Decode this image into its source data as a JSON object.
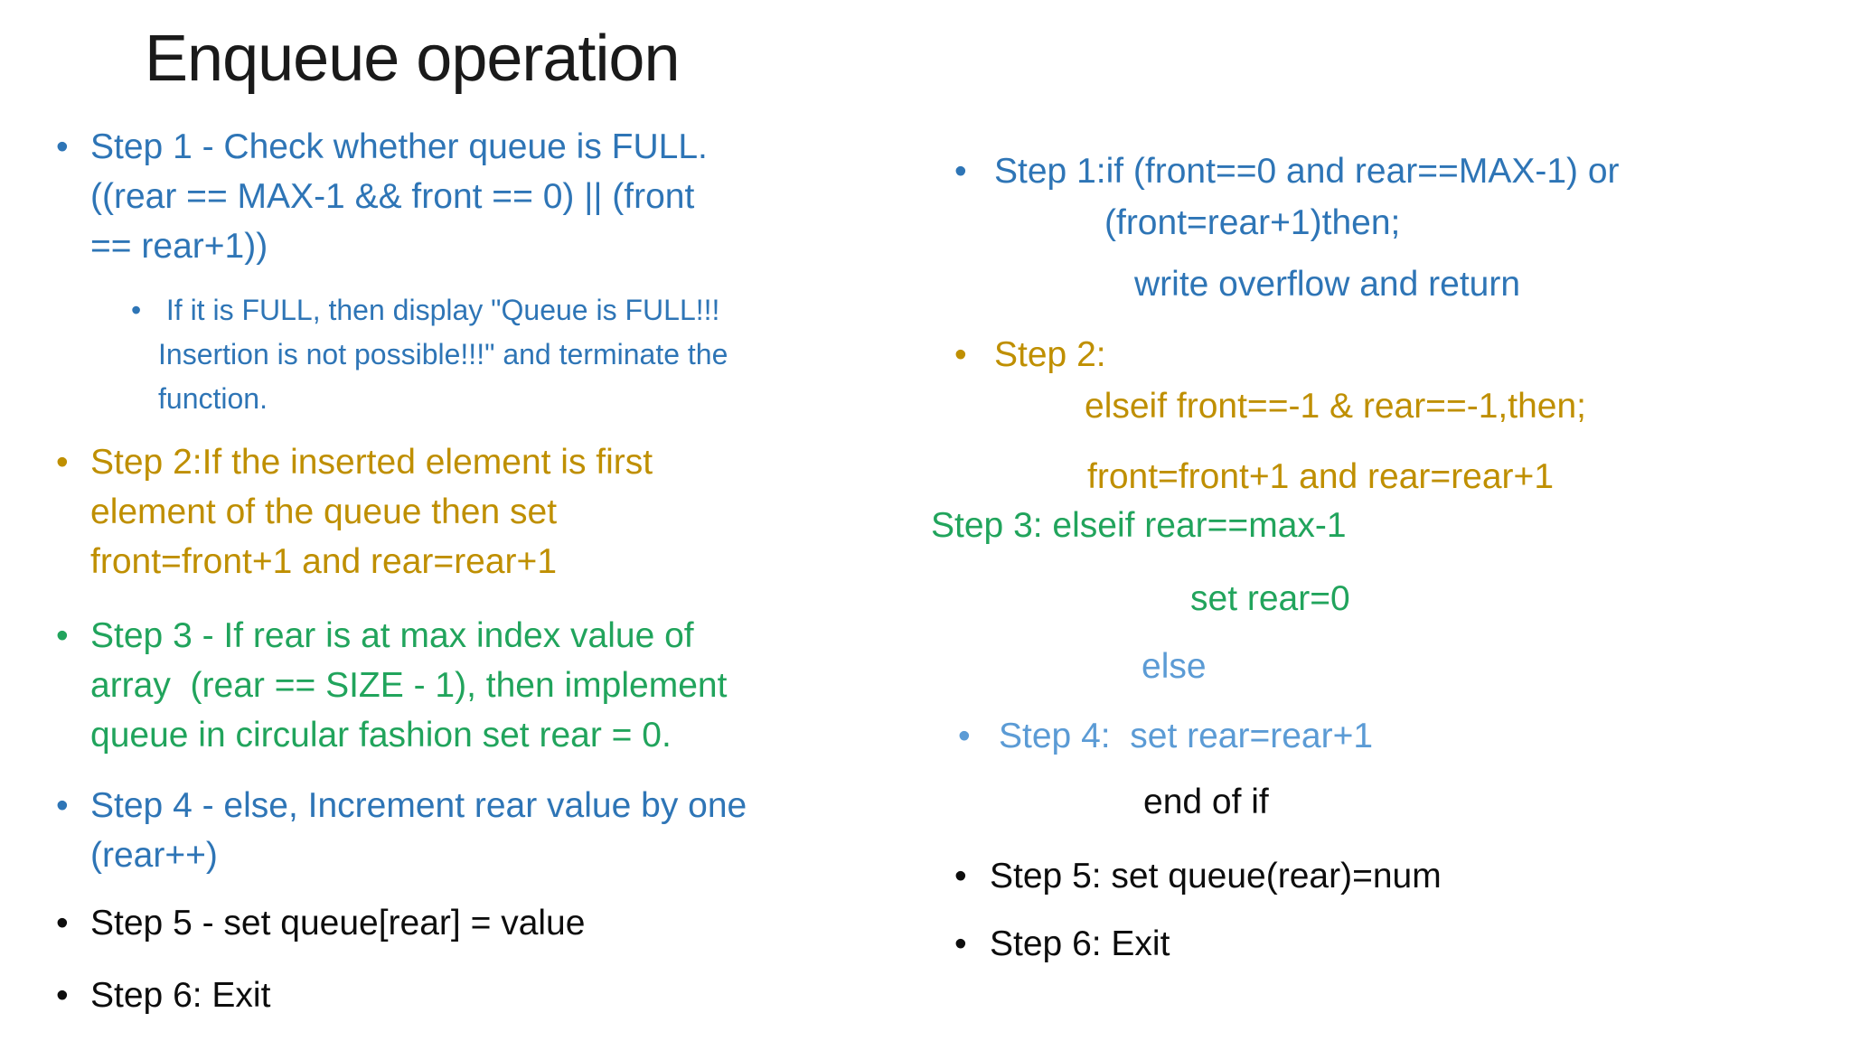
{
  "slide": {
    "title": "Enqueue operation",
    "bullet_glyph": "•",
    "colors": {
      "title": "#1A1A1A",
      "blue": "#2E75B6",
      "gold": "#BF8F00",
      "green": "#21A45C",
      "light_blue": "#5B9BD5",
      "black": "#0D0D0D",
      "background": "#FFFFFF"
    }
  },
  "left_column": {
    "paragraphs": [
      {
        "name": "step-1",
        "color": "blue",
        "bullet": true,
        "level": 1,
        "lines": [
          "Step 1 - Check whether queue is FULL.",
          "((rear == MAX-1 && front == 0) || (front",
          "== rear+1))"
        ]
      },
      {
        "name": "step-1-note",
        "color": "blue",
        "bullet": true,
        "level": 2,
        "lines": [
          " If it is FULL, then display \"Queue is FULL!!!",
          "Insertion is not possible!!!\" and terminate the",
          "function."
        ]
      },
      {
        "name": "step-2",
        "color": "gold",
        "bullet": true,
        "level": 1,
        "lines": [
          "Step 2:If the inserted element is first",
          "element of the queue then set",
          "front=front+1 and rear=rear+1"
        ]
      },
      {
        "name": "step-3",
        "color": "green",
        "bullet": true,
        "level": 1,
        "lines": [
          "Step 3 - If rear is at max index value of",
          "array  (rear == SIZE - 1), then implement",
          "queue in circular fashion set rear = 0."
        ]
      },
      {
        "name": "step-4",
        "color": "blue",
        "bullet": true,
        "level": 1,
        "lines": [
          "Step 4 - else, Increment rear value by one",
          "(rear++)"
        ]
      },
      {
        "name": "step-5",
        "color": "black",
        "bullet": true,
        "level": 1,
        "lines": [
          "Step 5 - set queue[rear] = value"
        ]
      },
      {
        "name": "step-6",
        "color": "black",
        "bullet": true,
        "level": 1,
        "lines": [
          "Step 6: Exit"
        ]
      }
    ]
  },
  "right_column": {
    "lines": [
      {
        "name": "r-step-1-line-1",
        "color": "blue",
        "bullet": true,
        "text": "Step 1:if (front==0 and rear==MAX-1) or"
      },
      {
        "name": "r-step-1-line-2",
        "color": "blue",
        "bullet": false,
        "text": "(front=rear+1)then;"
      },
      {
        "name": "r-step-1-line-3",
        "color": "blue",
        "bullet": false,
        "text": "write overflow and return"
      },
      {
        "name": "r-step-2-line-1",
        "color": "gold",
        "bullet": true,
        "text": "Step 2:"
      },
      {
        "name": "r-step-2-line-2",
        "color": "gold",
        "bullet": false,
        "text": "elseif front==-1 & rear==-1,then;"
      },
      {
        "name": "r-step-2-line-3",
        "color": "gold",
        "bullet": false,
        "text": "front=front+1 and rear=rear+1"
      },
      {
        "name": "r-step-3-line-1",
        "color": "green",
        "bullet": false,
        "text": "Step 3: elseif rear==max-1"
      },
      {
        "name": "r-step-3-line-2",
        "color": "green",
        "bullet": false,
        "text": "set rear=0"
      },
      {
        "name": "r-step-3-line-3",
        "color": "light_blue",
        "bullet": false,
        "text": "else"
      },
      {
        "name": "r-step-4-line-1",
        "color": "light_blue",
        "bullet": true,
        "text": "Step 4:  set rear=rear+1"
      },
      {
        "name": "r-step-4-line-2",
        "color": "black",
        "bullet": false,
        "text": "end of if"
      },
      {
        "name": "r-step-5-line-1",
        "color": "black",
        "bullet": true,
        "text": "Step 5: set queue(rear)=num"
      },
      {
        "name": "r-step-6-line-1",
        "color": "black",
        "bullet": true,
        "text": "Step 6: Exit"
      }
    ]
  }
}
